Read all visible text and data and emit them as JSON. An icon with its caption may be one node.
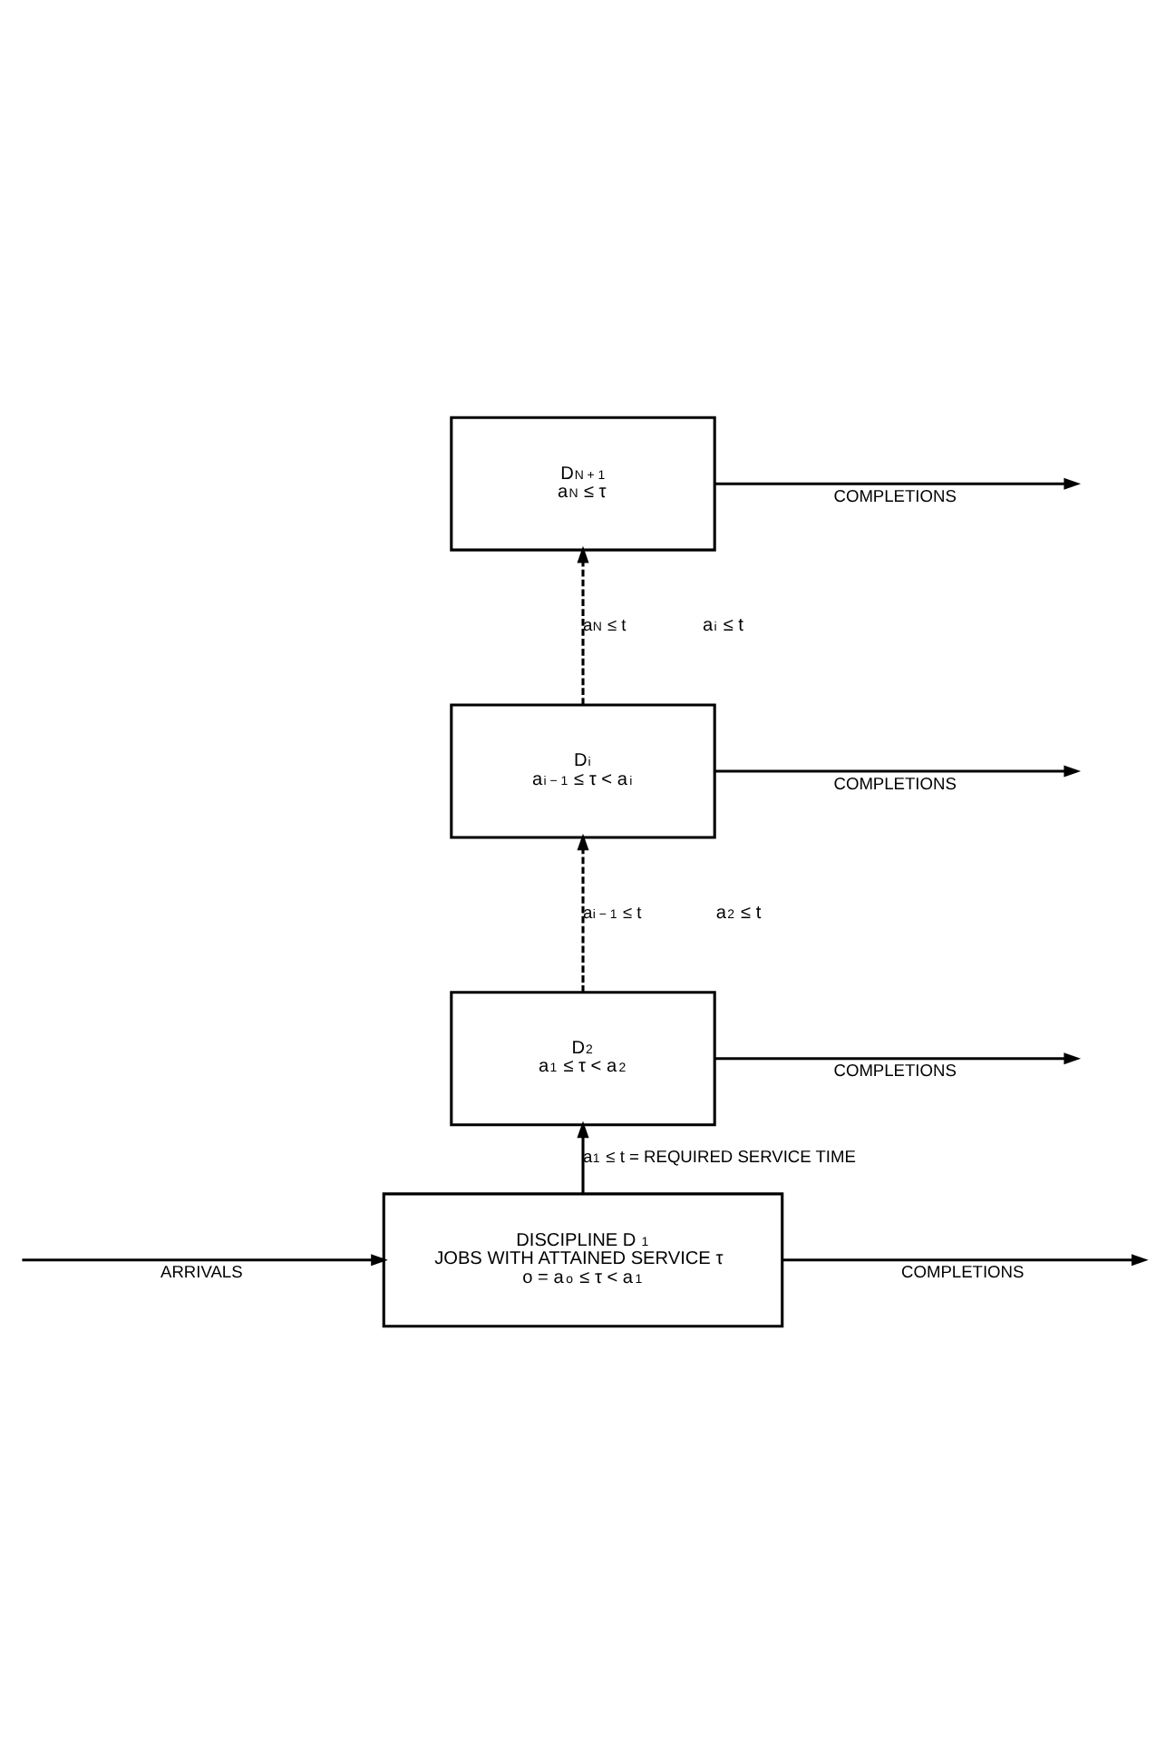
{
  "diagram": {
    "nodes": [
      {
        "text": [
          "D$_{N + 1}$",
          "a$_{N}$ ≤ τ"
        ]
      },
      {
        "text": [
          "D$_{i}$",
          "a$_{i − 1}$ ≤ τ < a$_{i}$"
        ]
      },
      {
        "text": [
          "D$_{2}$",
          "a$_{1}$ ≤ τ < a$_{2}$"
        ]
      },
      {
        "text": [
          "DISCIPLINE D$_{1}$",
          "JOBS WITH ATTAINED SERVICE τ",
          "o = a$_{o}$ ≤ τ < a$_{1}$"
        ]
      }
    ],
    "edges": [
      {
        "from": 3,
        "to": 2,
        "arrow": "to",
        "label": "a$_{1}$ ≤ t = REQUIRED SERVICE TIME"
      },
      {
        "from": 2,
        "to": 1,
        "arrow": "to",
        "style": "dashed",
        "label": "a$_{i − 1}$ ≤ t"
      },
      {
        "from": 1,
        "to": 0,
        "arrow": "to",
        "style": "dashed",
        "label": "a$_{N}$ ≤ t"
      },
      {
        "from": 0,
        "to": null,
        "arrow": "to",
        "label": "COMPLETIONS"
      },
      {
        "from": 1,
        "to": null,
        "arrow": "to",
        "label": "COMPLETIONS"
      },
      {
        "from": 2,
        "to": null,
        "arrow": "to",
        "label": "COMPLETIONS"
      },
      {
        "from": 3,
        "to": null,
        "arrow": "to",
        "label": "COMPLETIONS"
      },
      {
        "from": null,
        "to": 3,
        "arrow": "to",
        "label": "ARRIVALS"
      }
    ],
    "labels": [
      "a$_{i}$ ≤ t",
      "a$_{2}$ ≤ t"
    ]
  }
}
